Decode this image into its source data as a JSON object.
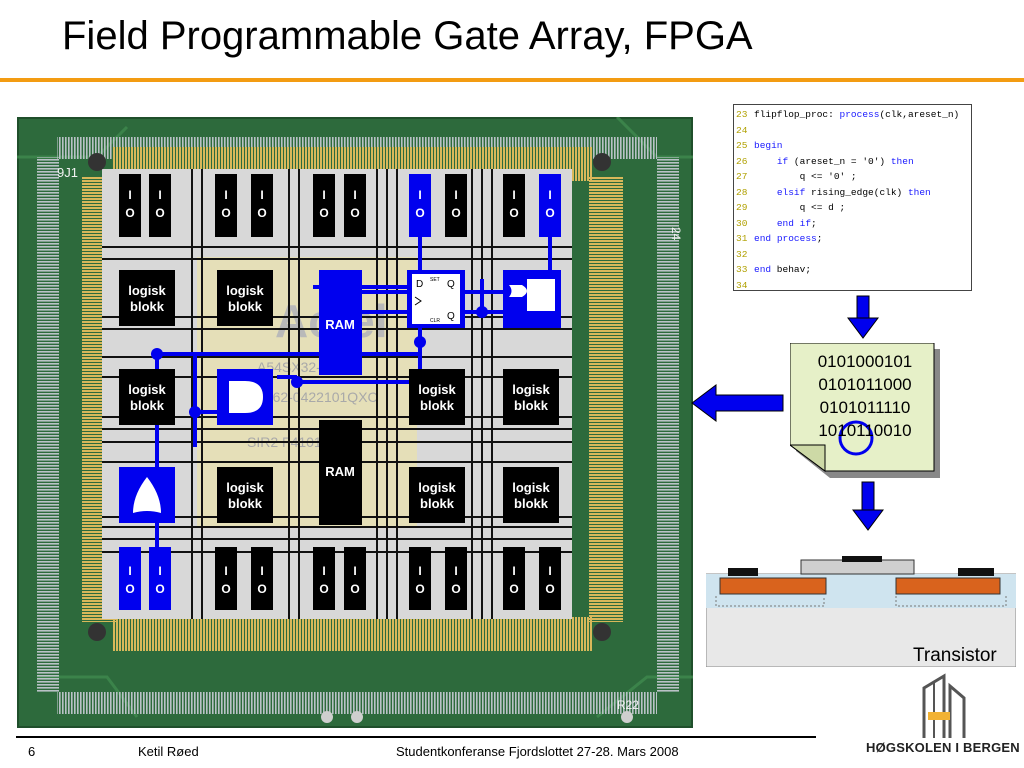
{
  "slide": {
    "title": "Field Programmable Gate Array, FPGA",
    "page_number": "6",
    "author": "Ketil Røed",
    "event": "Studentkonferanse Fjordslottet 27-28. Mars 2008",
    "institution": "HØGSKOLEN I BERGEN"
  },
  "fpga": {
    "io_top": "I\nO",
    "io_label_i": "I",
    "io_label_o": "O",
    "block_label_1": "logisk",
    "block_label_2": "blokk",
    "ram_label": "RAM",
    "ff_d": "D",
    "ff_q": "Q",
    "ff_qbar": "Q",
    "ff_set": "SET",
    "ff_clr": "CLR",
    "chip_label_j": "9J1",
    "chip_label_r": "R22",
    "chip_label_24": "24"
  },
  "code": {
    "lines": [
      {
        "n": "23",
        "text": "flipflop_proc: process(clk,areset_n)"
      },
      {
        "n": "24",
        "text": ""
      },
      {
        "n": "25",
        "text": "begin"
      },
      {
        "n": "26",
        "text": "    if (areset_n = '0') then"
      },
      {
        "n": "27",
        "text": "        q <= '0' ;"
      },
      {
        "n": "28",
        "text": "    elsif rising_edge(clk) then"
      },
      {
        "n": "29",
        "text": "        q <= d ;"
      },
      {
        "n": "30",
        "text": "    end if;"
      },
      {
        "n": "31",
        "text": "end process;"
      },
      {
        "n": "32",
        "text": ""
      },
      {
        "n": "33",
        "text": "end behav;"
      },
      {
        "n": "34",
        "text": ""
      }
    ]
  },
  "bitstream": {
    "lines": [
      "0101000101",
      "0101011000",
      "0101011110",
      "1010110010"
    ]
  },
  "transistor": {
    "label": "Transistor"
  },
  "colors": {
    "accent_orange": "#f39c12",
    "blue": "#0000ee",
    "pcb_green": "#2f6b3a",
    "gold": "#c8a84a",
    "doc_fill": "#e6f0c8"
  }
}
